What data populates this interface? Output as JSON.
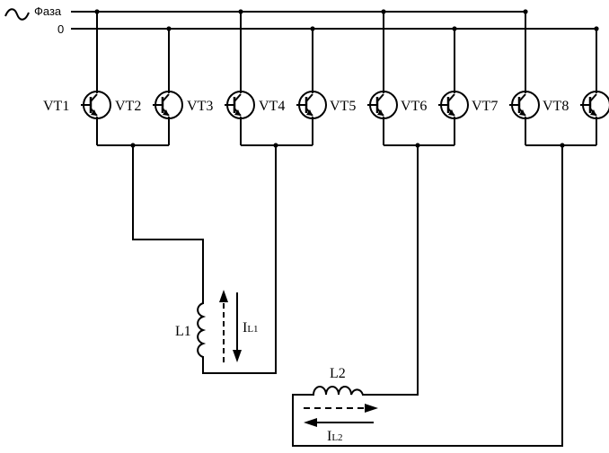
{
  "phase_label": "Фаза",
  "zero_label": "0",
  "transistors": [
    "VT1",
    "VT2",
    "VT3",
    "VT4",
    "VT5",
    "VT6",
    "VT7",
    "VT8"
  ],
  "inductors": [
    {
      "label": "L1",
      "current_main": "I",
      "current_sub": "L1"
    },
    {
      "label": "L2",
      "current_main": "I",
      "current_sub": "L2"
    }
  ]
}
